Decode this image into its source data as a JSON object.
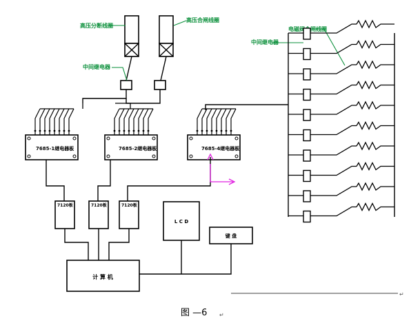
{
  "diagram": {
    "labels": {
      "hv_breaker_left": "高压分断线圈",
      "hv_breaker_right": "高压合闸线圈",
      "relay_left": "中间继电器",
      "relay_right_top": "电磁阀合闸线圈",
      "relay_right": "中间继电器",
      "board_1": "7685-1继电器板",
      "board_2": "7685-2继电器板",
      "board_3": "7685-4继电器板",
      "module_1": "7120板",
      "module_2": "7120板",
      "module_3": "7120板",
      "lcd": "L C D",
      "keyboard": "键  盘",
      "computer": "计  算  机",
      "caption": "图 —6",
      "return_mark_1": "↵",
      "return_mark_2": "↵"
    },
    "colors": {
      "line": "#000000",
      "label_green": "#0a8f3a",
      "arrow_magenta": "#e020e0"
    },
    "coil_rows": 10
  }
}
